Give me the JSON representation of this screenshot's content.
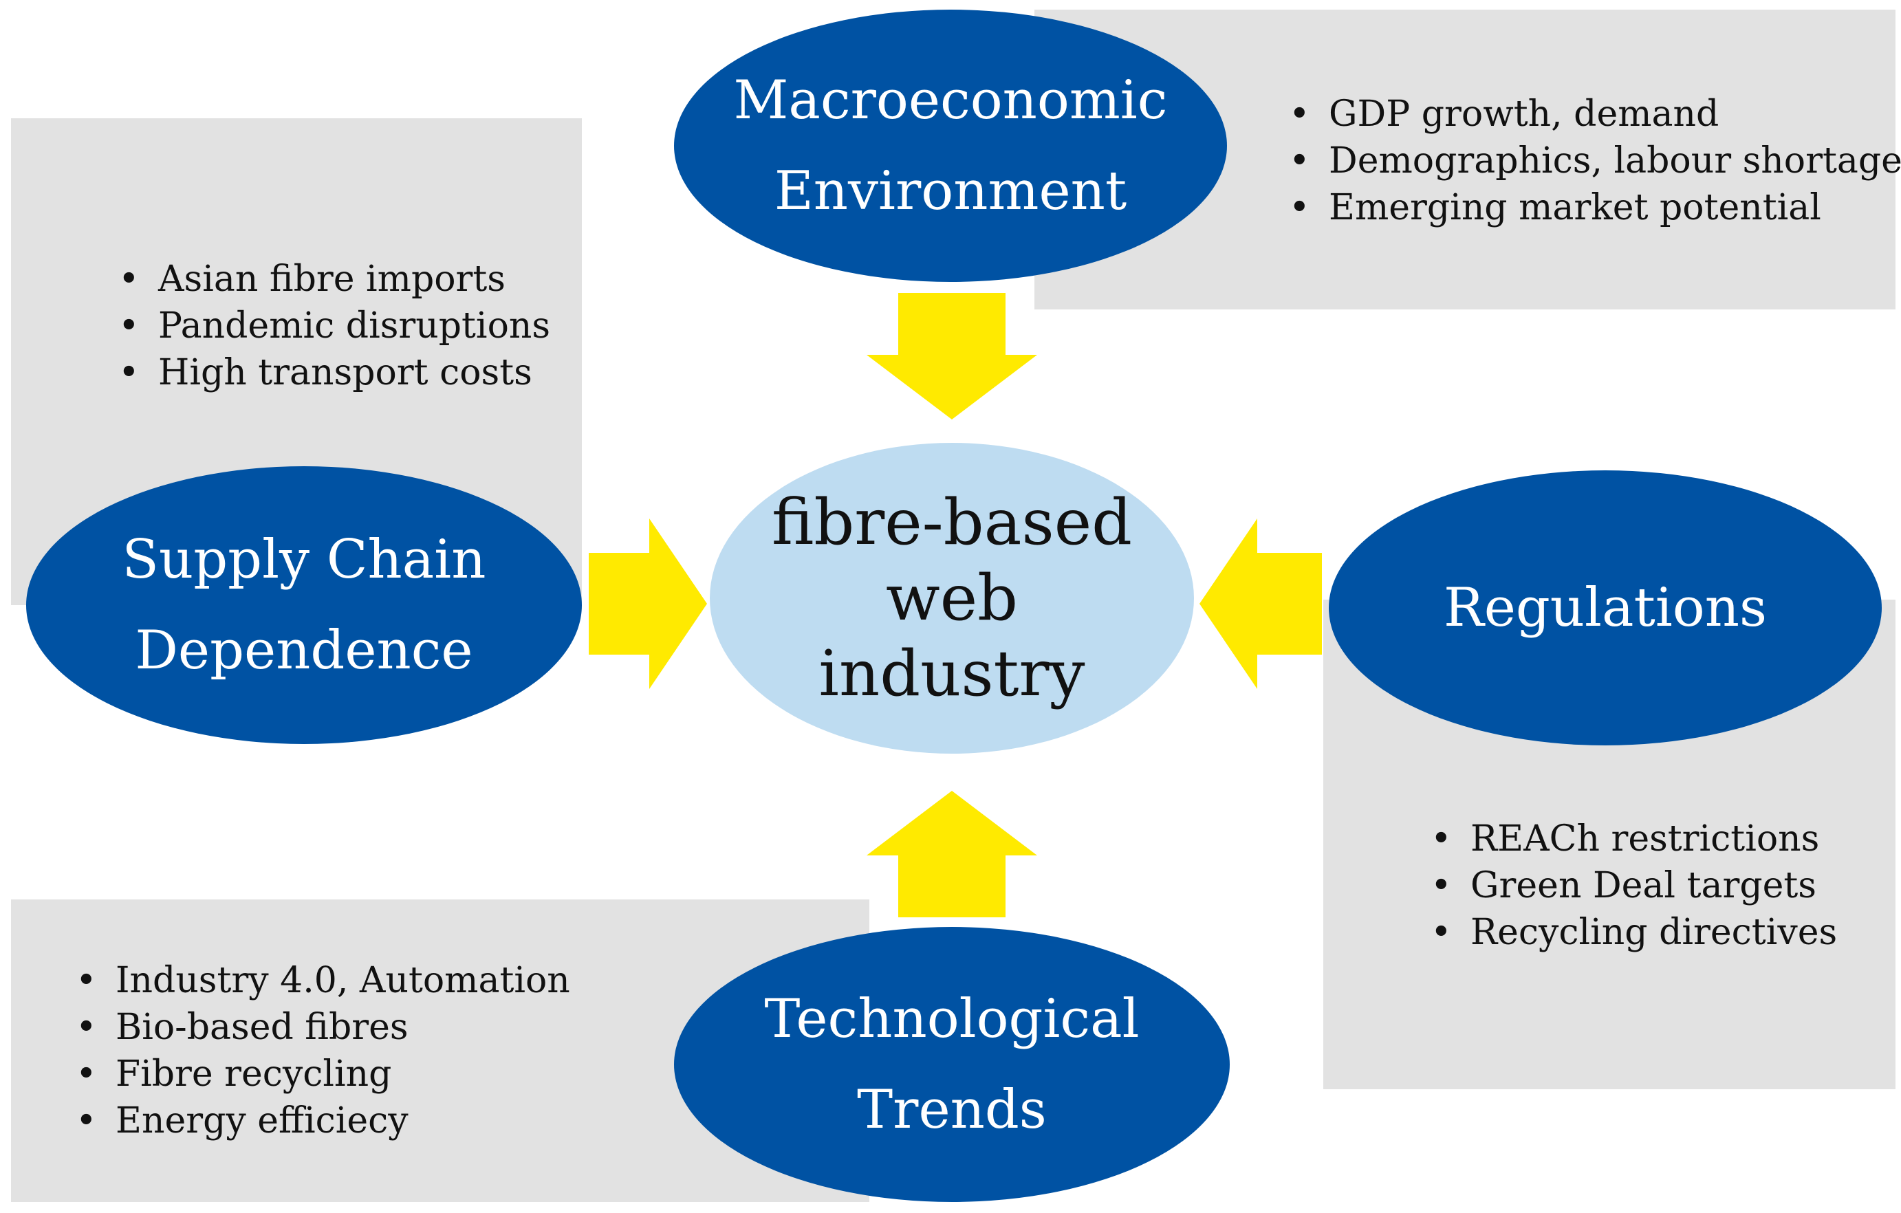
{
  "colors": {
    "oval_fill": "#0052a3",
    "center_fill": "#bedcf1",
    "panel_fill": "#e2e2e2",
    "arrow_fill": "#ffea00"
  },
  "center": {
    "lines": [
      "fibre-based",
      "web",
      "industry"
    ]
  },
  "factors": {
    "macro": {
      "title_lines": [
        "Macroeconomic",
        "Environment"
      ],
      "bullets": [
        "GDP growth, demand",
        "Demographics, labour shortage",
        "Emerging market potential"
      ]
    },
    "supply": {
      "title_lines": [
        "Supply Chain",
        "Dependence"
      ],
      "bullets": [
        "Asian fibre imports",
        "Pandemic disruptions",
        "High transport costs"
      ]
    },
    "regulations": {
      "title_lines": [
        "Regulations"
      ],
      "bullets": [
        "REACh restrictions",
        "Green Deal targets",
        "Recycling directives"
      ]
    },
    "tech": {
      "title_lines": [
        "Technological",
        "Trends"
      ],
      "bullets": [
        "Industry 4.0, Automation",
        "Bio-based fibres",
        "Fibre recycling",
        "Energy efficiecy"
      ]
    }
  }
}
